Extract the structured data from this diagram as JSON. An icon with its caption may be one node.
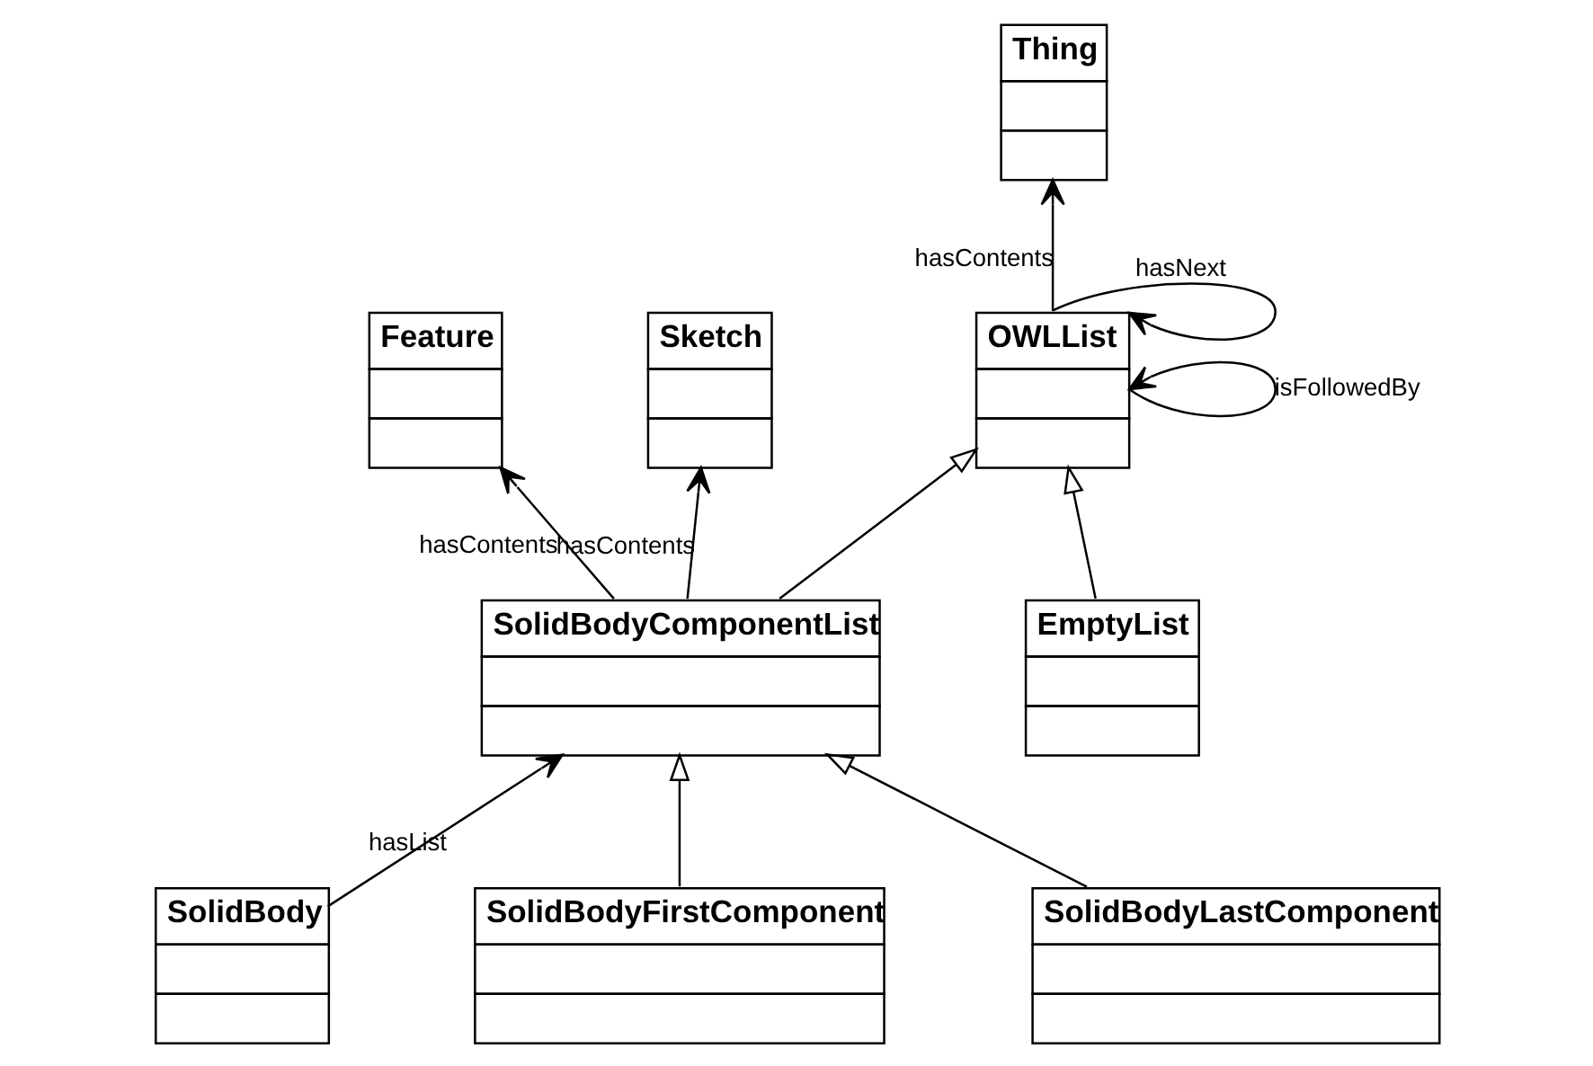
{
  "diagram": {
    "nodes": [
      {
        "text": [
          "SolidBody"
        ]
      },
      {
        "text": [
          "OWLList"
        ]
      },
      {
        "text": [
          "Thing"
        ]
      },
      {
        "text": [
          "Feature"
        ]
      },
      {
        "text": [
          "SolidBodyComponentList"
        ]
      },
      {
        "text": [
          "EmptyList"
        ]
      },
      {
        "text": [
          "Sketch"
        ]
      },
      {
        "text": [
          "SolidBodyFirstComponent"
        ]
      },
      {
        "text": [
          "SolidBodyLastComponent"
        ]
      }
    ],
    "edges": [
      {
        "from": 1,
        "to": 1,
        "arrow": "to",
        "label": "isFollowedBy"
      },
      {
        "from": 1,
        "to": 1,
        "arrow": "to",
        "label": "hasNext"
      },
      {
        "from": 1,
        "to": 2,
        "arrow": "to",
        "label": "hasContents"
      },
      {
        "from": 0,
        "to": 4,
        "arrow": "to",
        "label": "hasList"
      },
      {
        "from": 4,
        "to": 3,
        "arrow": "to",
        "label": "hasContents"
      },
      {
        "from": 4,
        "to": 1,
        "arrow": "to"
      },
      {
        "from": 5,
        "to": 1,
        "arrow": "to"
      },
      {
        "from": 4,
        "to": 6,
        "arrow": "to",
        "label": "hasContents"
      },
      {
        "from": 7,
        "to": 4,
        "arrow": "to"
      },
      {
        "from": 8,
        "to": 4,
        "arrow": "to"
      }
    ]
  }
}
